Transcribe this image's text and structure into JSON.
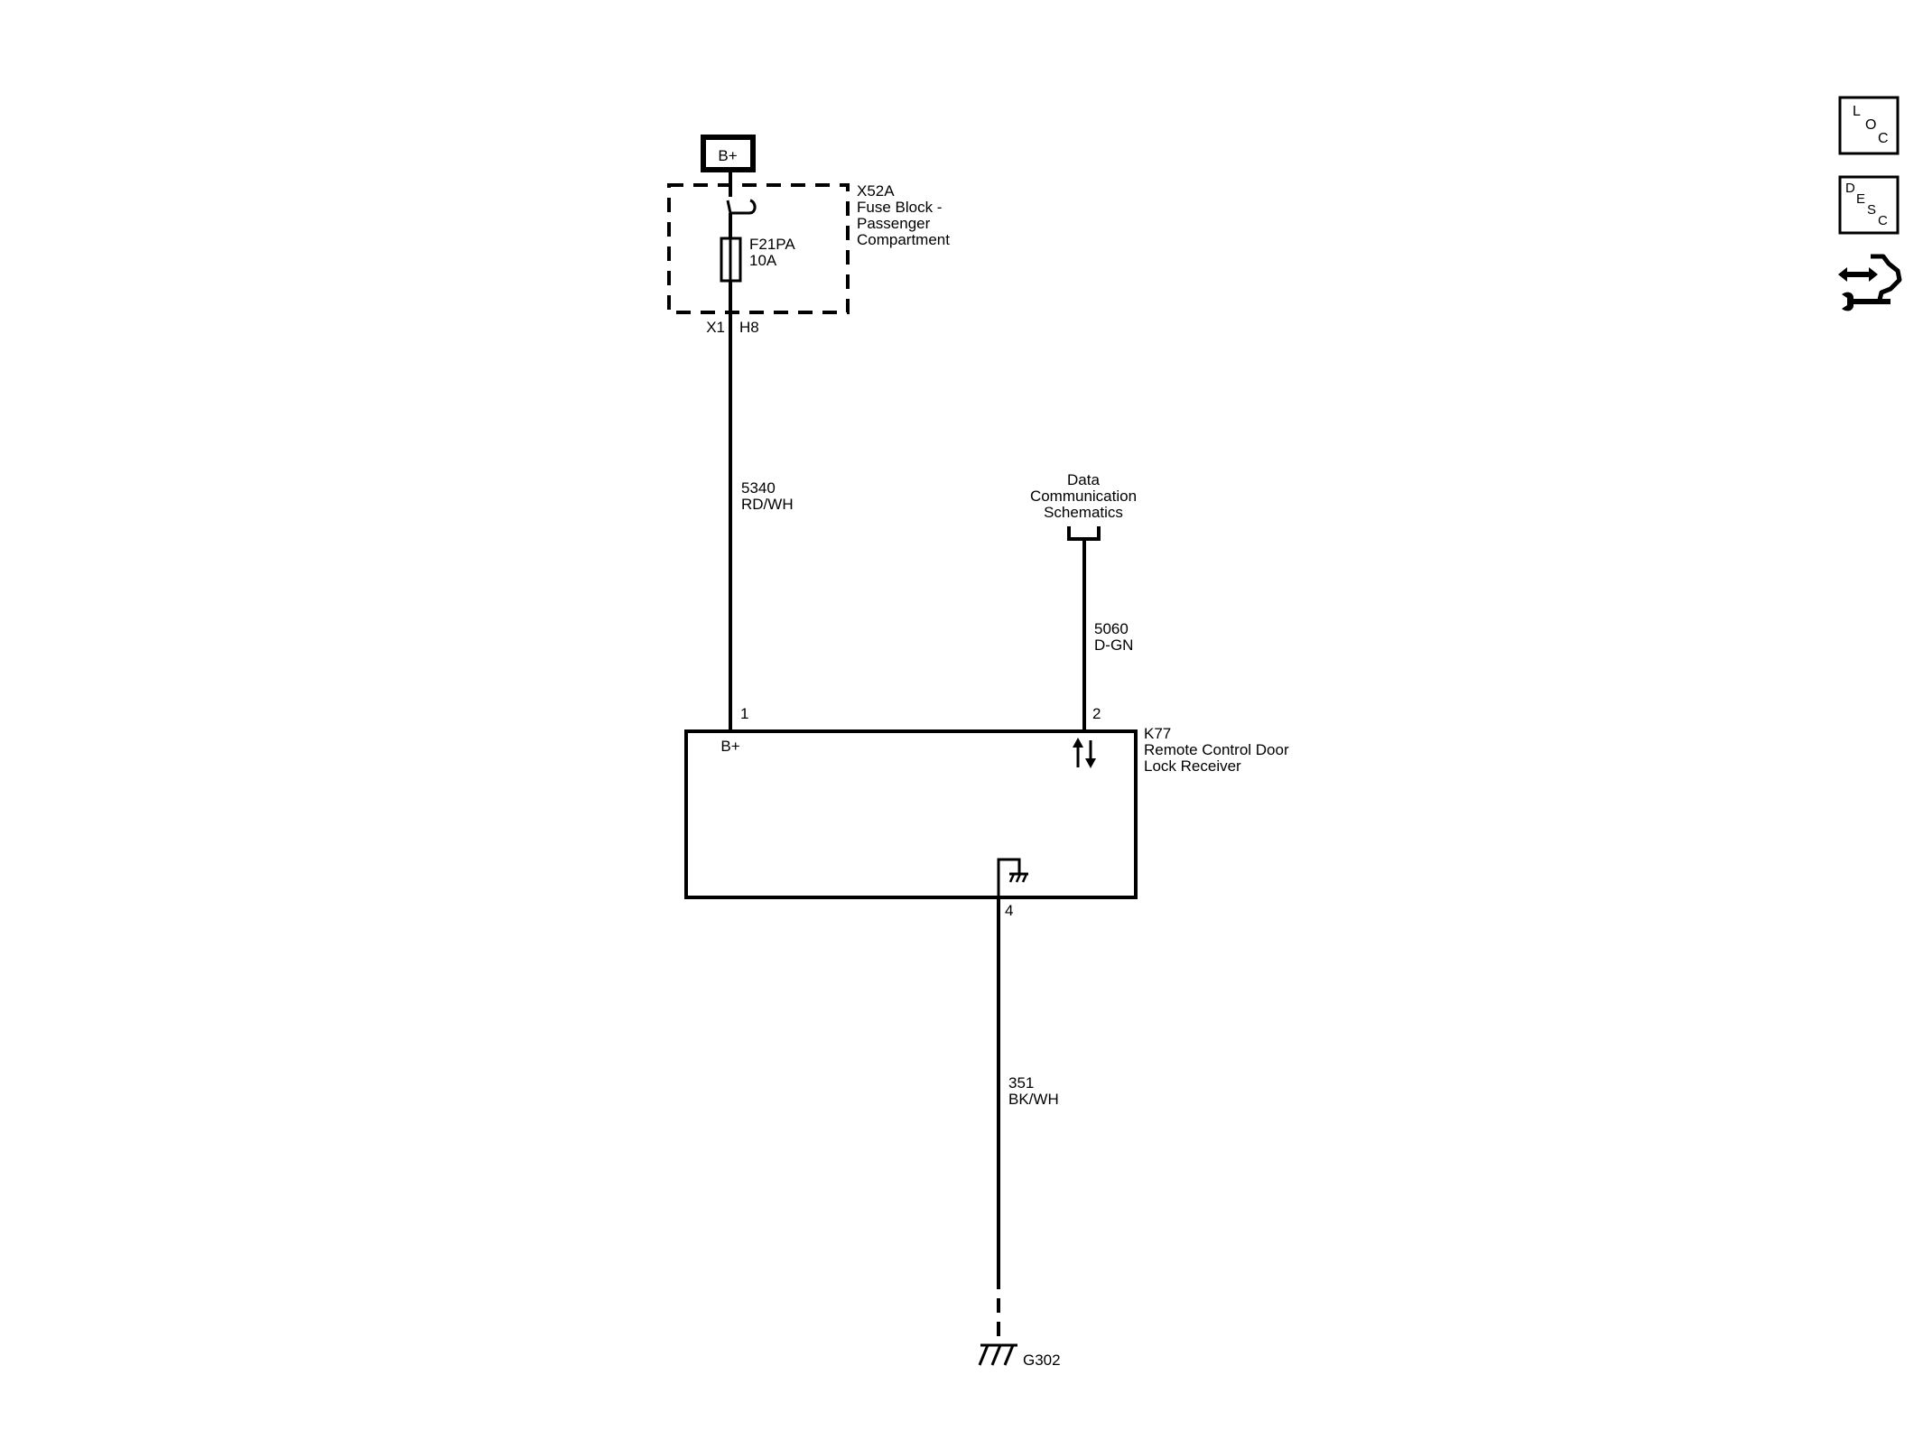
{
  "power": {
    "source_label": "B+"
  },
  "fuse_block": {
    "id": "X52A",
    "name_line1": "Fuse Block -",
    "name_line2": "Passenger",
    "name_line3": "Compartment",
    "fuse_id": "F21PA",
    "fuse_rating": "10A",
    "connector": "X1",
    "pin": "H8"
  },
  "wires": [
    {
      "circuit": "5340",
      "color": "RD/WH"
    },
    {
      "circuit": "5060",
      "color": "D-GN"
    },
    {
      "circuit": "351",
      "color": "BK/WH"
    }
  ],
  "data_comm": {
    "line1": "Data",
    "line2": "Communication",
    "line3": "Schematics"
  },
  "module": {
    "id": "K77",
    "name_line1": "Remote Control Door",
    "name_line2": "Lock Receiver",
    "pin_bplus": "1",
    "pin_data": "2",
    "pin_ground": "4",
    "bplus_label": "B+"
  },
  "ground": {
    "id": "G302"
  },
  "side_toolbar": {
    "loc": {
      "l": "L",
      "o": "O",
      "c": "C"
    },
    "desc": {
      "d": "D",
      "e": "E",
      "s": "S",
      "c": "C"
    },
    "tool_icon": "connector-wrench-icon"
  }
}
